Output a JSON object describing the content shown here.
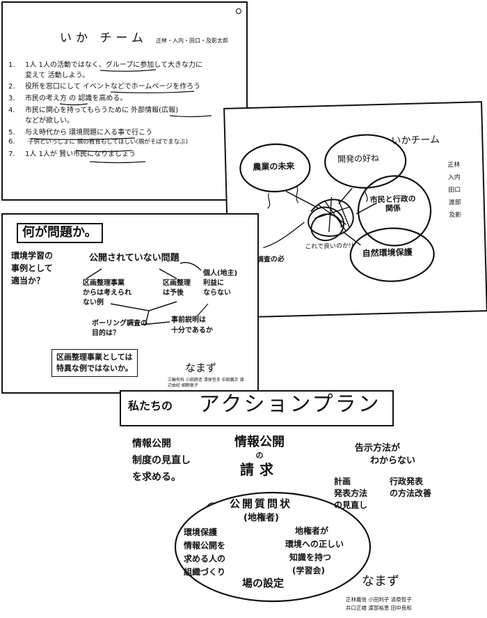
{
  "sheet1": {
    "title": "いか チーム",
    "members": "正林・入内・田口・及影太郎",
    "items": [
      {
        "num": "1.",
        "text": "1人 1人の活動ではなく、グループに参加して大きな力に"
      },
      {
        "num": "",
        "text": "変えて 活動しよう。"
      },
      {
        "num": "2.",
        "text": "役所を窓口にして イベントなどでホームページを作ろう"
      },
      {
        "num": "3.",
        "text": "市民の考え方 の 認識を高める。"
      },
      {
        "num": "4.",
        "text": "市民に関心を持ってもらうために 外部情報(広報)"
      },
      {
        "num": "",
        "text": "などが欲しい。"
      },
      {
        "num": "5.",
        "text": "与え時代から 環境問題に入る事で行こう"
      },
      {
        "num": "6.",
        "text": "子供といっしょに 親の教育もしてほしい(親がそばでまなぶ)"
      },
      {
        "num": "7.",
        "text": "1人 1人が 賢い市民になりましょう"
      }
    ]
  },
  "sheet2": {
    "title": "いかチーム",
    "bubbles": [
      "農業の未来",
      "開発の好ね",
      "市民と行政の関係",
      "自然環境保護"
    ],
    "center_label": "これで良いのか!!",
    "side_label": "事前調査の必要性",
    "right_names": [
      "正林",
      "入内",
      "田口",
      "渡部",
      "及影"
    ]
  },
  "sheet3": {
    "title": "何が問題か。",
    "left_question": [
      "環境学習の",
      "事例として",
      "適当か？"
    ],
    "unpublished": "公開されていない問題",
    "col1": [
      "区画整理事業",
      "からは考えられ",
      "ない例"
    ],
    "col2": [
      "区画整理",
      "は予後"
    ],
    "col3": [
      "個人(地主)",
      "利益に",
      "ならない"
    ],
    "boring": [
      "ボーリング調査の",
      "目的は？"
    ],
    "explain": [
      "事前説明は",
      "十分であるか"
    ],
    "boxed": [
      "区画整理事業としては",
      "特異な例ではないか。"
    ],
    "team": "なまず",
    "members": "三輪有料 小田耕造 清原哲夫 中田義正 渡辺由紀 細野恵子"
  },
  "sheet4": {
    "banner_small": "私たちの",
    "banner_big": "アクションプラン",
    "left_block": [
      "情報公開",
      "制度の見直し",
      "を求める。"
    ],
    "center_title": [
      "情報公開",
      "の",
      "請求"
    ],
    "top_right": [
      "告示方法が",
      "わからない"
    ],
    "plan_a": [
      "計画",
      "発表方法",
      "の見直し"
    ],
    "plan_b": [
      "行政発表",
      "の方法改善"
    ],
    "ellipse_title": "公開質問状",
    "ellipse_sub": "(地権者)",
    "ellipse_left": [
      "環境保護",
      "情報公開を",
      "求める人の",
      "組織づくり"
    ],
    "ellipse_right": [
      "地権者が",
      "環境への正しい",
      "知識を持つ",
      "(学習会)"
    ],
    "ellipse_bottom": "場の設定",
    "team": "なまず",
    "members": [
      "正林義信 小田判子 清原哲子",
      "井口正雄 渡部裕恵 田中良和"
    ]
  }
}
